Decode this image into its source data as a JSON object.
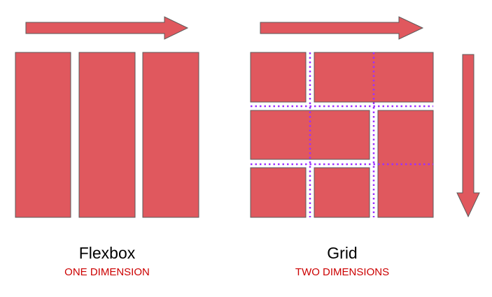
{
  "colors": {
    "box_fill": "#e0585e",
    "box_stroke": "#5a5a5a",
    "grid_line": "#9b30ff",
    "subtitle": "#cc0000",
    "title": "#000000",
    "background": "#ffffff"
  },
  "flexbox": {
    "title": "Flexbox",
    "subtitle": "ONE DIMENSION"
  },
  "grid": {
    "title": "Grid",
    "subtitle": "TWO DIMENSIONS"
  },
  "icons": {
    "flex_arrow": "arrow-right-icon",
    "grid_arrow_horizontal": "arrow-right-icon",
    "grid_arrow_vertical": "arrow-down-icon"
  }
}
